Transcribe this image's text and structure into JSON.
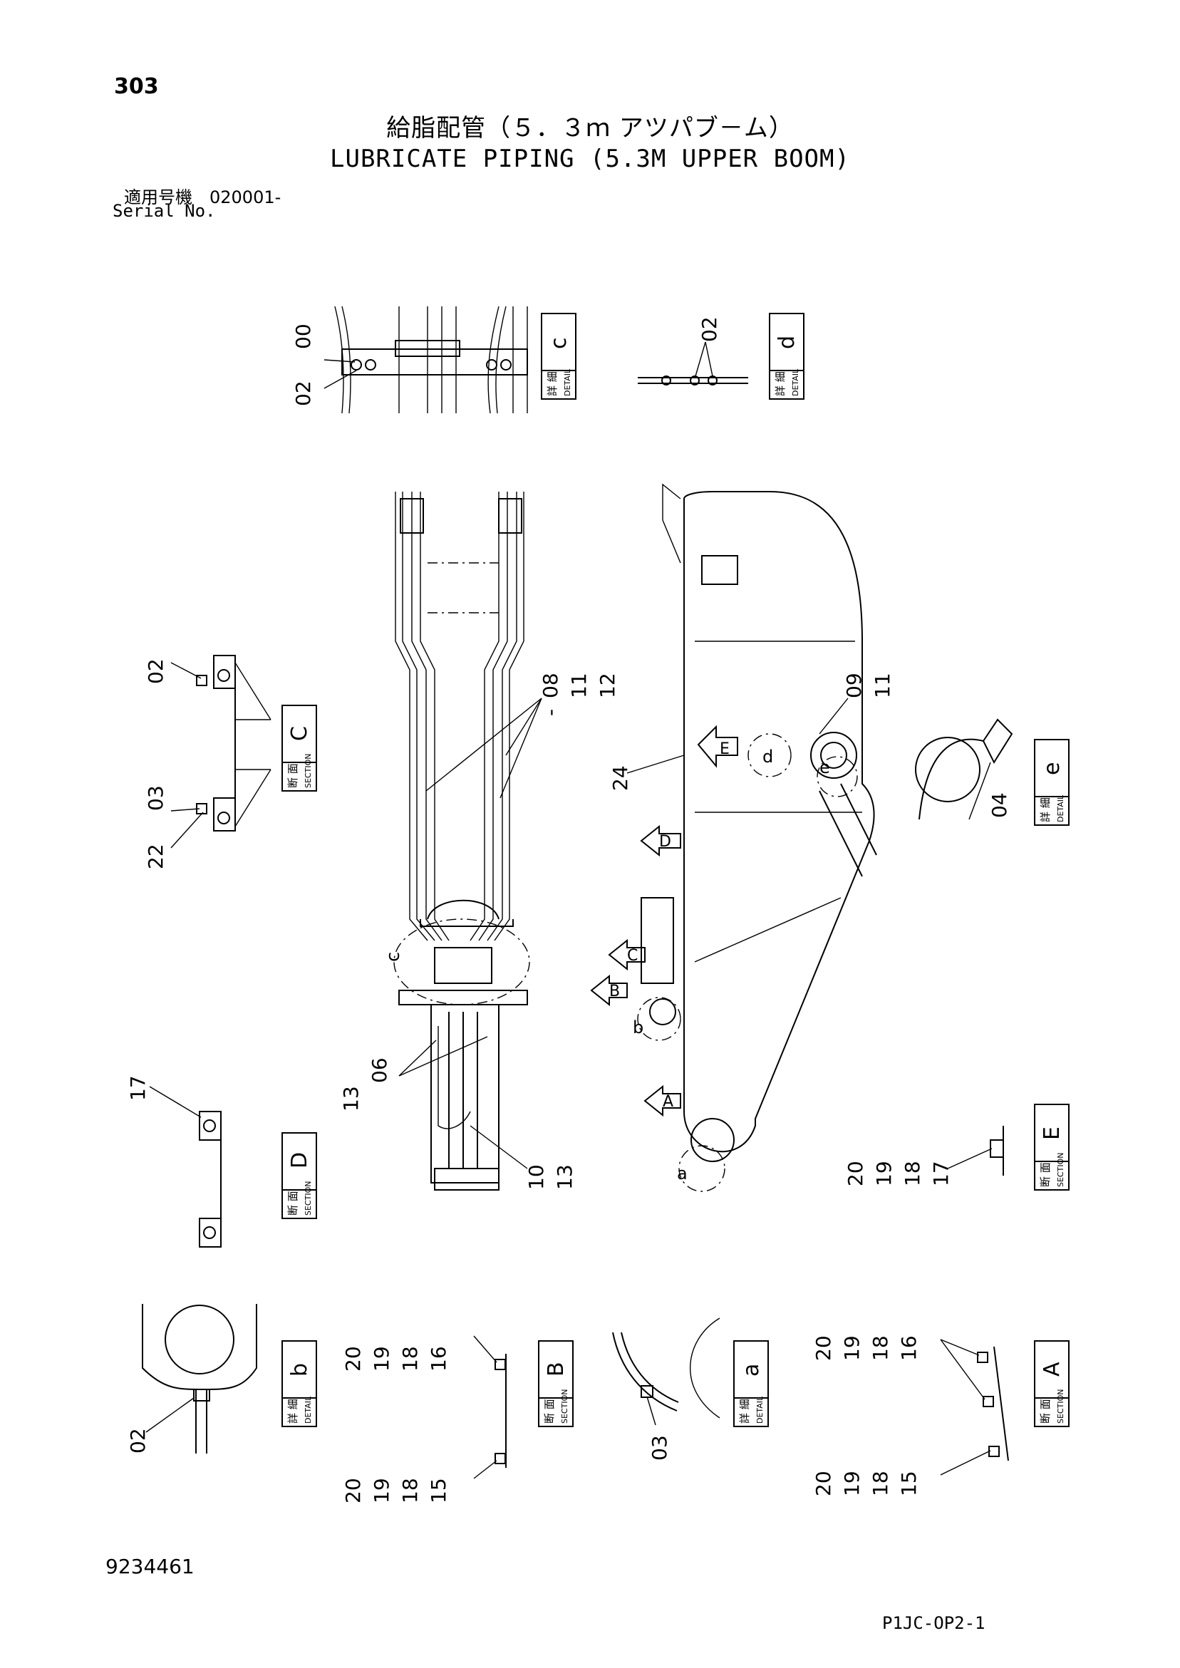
{
  "header": {
    "page_number": "303",
    "title_jp": "給脂配管（５．３ｍ アツパブ－ム）",
    "title_en": "LUBRICATE PIPING (5.3M UPPER BOOM)",
    "serial_jp": "適用号機　020001-",
    "serial_en": "Serial No."
  },
  "footer": {
    "doc_number": "9234461",
    "page_code": "P1JC-OP2-1"
  },
  "boxes": [
    {
      "jp": "詳 細",
      "en": "DETAIL",
      "letter": "c"
    },
    {
      "jp": "詳 細",
      "en": "DETAIL",
      "letter": "d"
    },
    {
      "jp": "断 面",
      "en": "SECTION",
      "letter": "C"
    },
    {
      "jp": "詳 細",
      "en": "DETAIL",
      "letter": "e"
    },
    {
      "jp": "断 面",
      "en": "SECTION",
      "letter": "D"
    },
    {
      "jp": "断 面",
      "en": "SECTION",
      "letter": "E"
    },
    {
      "jp": "詳 細",
      "en": "DETAIL",
      "letter": "b"
    },
    {
      "jp": "断 面",
      "en": "SECTION",
      "letter": "B"
    },
    {
      "jp": "詳 細",
      "en": "DETAIL",
      "letter": "a"
    },
    {
      "jp": "断 面",
      "en": "SECTION",
      "letter": "A"
    }
  ],
  "callouts": {
    "c_00": "00",
    "c_02": "02",
    "d_02": "02",
    "C_02": "02",
    "C_03": "03",
    "C_22": "22",
    "main_08": "08",
    "main_11": "11",
    "main_12": "12",
    "main_13": "13",
    "main_06": "06",
    "main_10": "10",
    "main_13b": "13",
    "side_09": "09",
    "side_11": "11",
    "side_24": "24",
    "e_04": "04",
    "D_17": "17",
    "E_20": "20",
    "E_19": "19",
    "E_18": "18",
    "E_17": "17",
    "b_02": "02",
    "B_20a": "20",
    "B_19a": "19",
    "B_18a": "18",
    "B_16": "16",
    "B_20b": "20",
    "B_19b": "19",
    "B_18b": "18",
    "B_15": "15",
    "a_03": "03",
    "A_20a": "20",
    "A_19a": "19",
    "A_18a": "18",
    "A_16": "16",
    "A_20b": "20",
    "A_19b": "19",
    "A_18b": "18",
    "A_15": "15",
    "dash": "-"
  },
  "view_markers": {
    "A": "A",
    "B": "B",
    "C": "C",
    "D": "D",
    "E": "E",
    "a": "a",
    "b": "b",
    "c": "c",
    "d": "d",
    "e": "e"
  }
}
